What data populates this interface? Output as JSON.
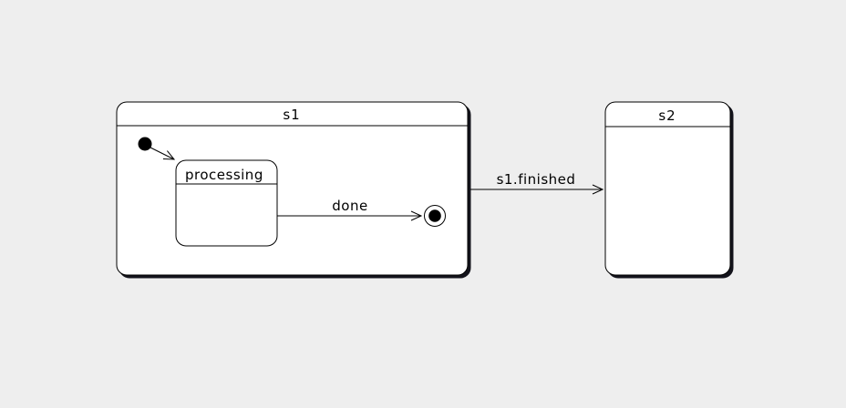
{
  "canvas": {
    "background_color": "#eeeeee",
    "state_fill_color": "#ffffff",
    "line_color": "#000000",
    "shadow_color": "#14141c"
  },
  "states": {
    "s1": {
      "label": "s1"
    },
    "processing": {
      "label": "processing"
    },
    "s2": {
      "label": "s2"
    }
  },
  "pseudostates": {
    "initial": "initial-state-dot",
    "final": "final-state-circle"
  },
  "transitions": {
    "done": {
      "label": "done"
    },
    "s1_finished": {
      "label": "s1.finished"
    }
  }
}
